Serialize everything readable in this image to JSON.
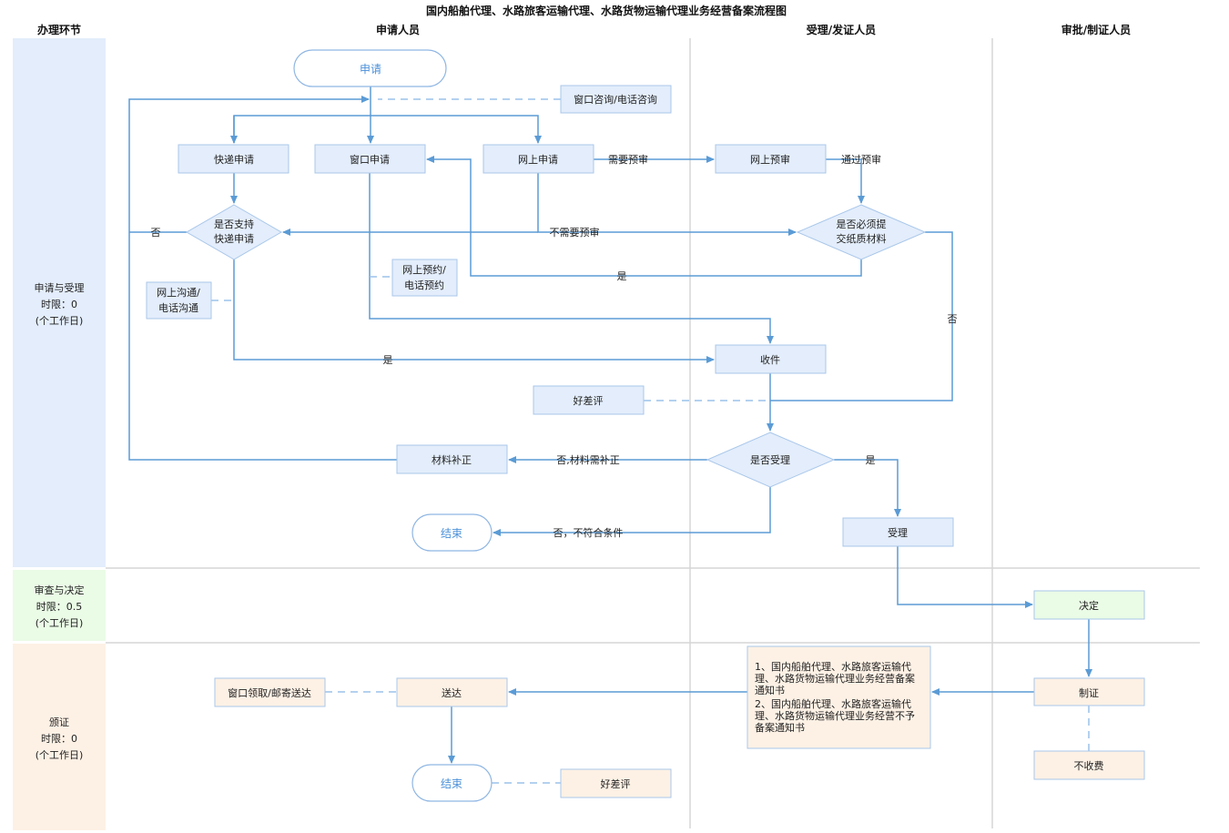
{
  "title": "国内船舶代理、水路旅客运输代理、水路货物运输代理业务经营备案流程图",
  "columns": [
    "办理环节",
    "申请人员",
    "受理/发证人员",
    "审批/制证人员"
  ],
  "stages": [
    {
      "name": "申请与受理",
      "limit": "时限：0",
      "unit": "(个工作日)",
      "color": "#e3edfb"
    },
    {
      "name": "审查与决定",
      "limit": "时限：0.5",
      "unit": "(个工作日)",
      "color": "#eafbe6"
    },
    {
      "name": "颁证",
      "limit": "时限：0",
      "unit": "(个工作日)",
      "color": "#fdf1e5"
    }
  ],
  "nodes": {
    "start": "申请",
    "consult": "窗口咨询/电话咨询",
    "express_apply": "快递申请",
    "window_apply": "窗口申请",
    "online_apply": "网上申请",
    "online_precheck": "网上预审",
    "express_support_1": "是否支持",
    "express_support_2": "快递申请",
    "paper_required_1": "是否必须提",
    "paper_required_2": "交纸质材料",
    "reserve_1": "网上预约/",
    "reserve_2": "电话预约",
    "communicate_1": "网上沟通/",
    "communicate_2": "电话沟通",
    "receive": "收件",
    "rating_1": "好差评",
    "accept_decision": "是否受理",
    "supplement": "材料补正",
    "end_1": "结束",
    "accept": "受理",
    "decide": "决定",
    "notice_1": "1、国内船舶代理、水路旅客运输代理、水路货物运输代理业务经营备案通知书",
    "notice_2": "2、国内船舶代理、水路旅客运输代理、水路货物运输代理业务经营不予备案通知书",
    "make_cert": "制证",
    "no_fee": "不收费",
    "deliver": "送达",
    "pickup": "窗口领取/邮寄送达",
    "end_2": "结束",
    "rating_2": "好差评"
  },
  "edge_labels": {
    "no_1": "否",
    "need_precheck": "需要预审",
    "pass_precheck": "通过预审",
    "no_precheck": "不需要预审",
    "yes_1": "是",
    "yes_2": "是",
    "no_2": "否",
    "no_supplement": "否,材料需补正",
    "yes_3": "是",
    "no_unqualified": "否，不符合条件"
  },
  "colors": {
    "line": "#5b9bd5",
    "box_blue": "#e3edfb",
    "box_green": "#eafbe6",
    "box_orange": "#fdf1e5"
  }
}
